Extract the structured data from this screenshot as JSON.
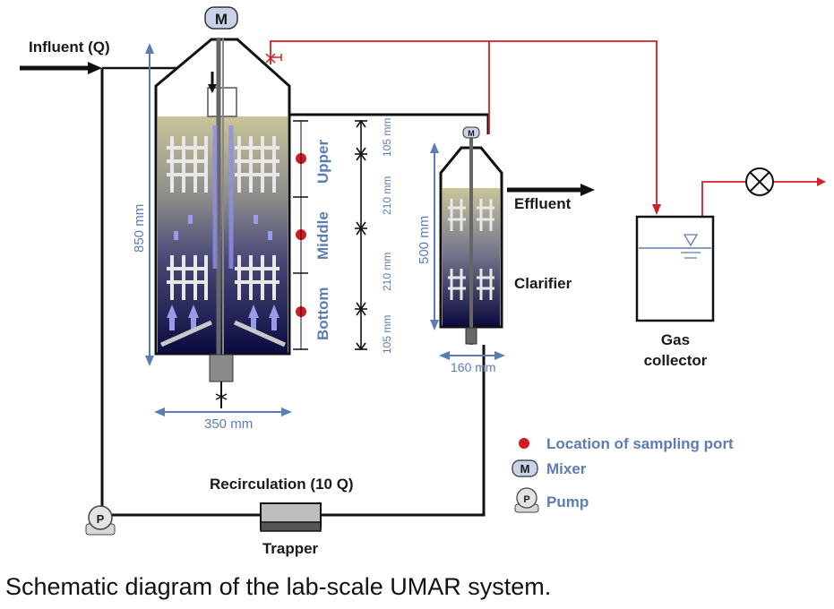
{
  "labels": {
    "influent": "Influent (Q)",
    "effluent": "Effluent",
    "clarifier": "Clarifier",
    "gas_collector_line1": "Gas",
    "gas_collector_line2": "collector",
    "recirculation": "Recirculation (10 Q)",
    "trapper": "Trapper"
  },
  "zones": {
    "upper": "Upper",
    "middle": "Middle",
    "bottom": "Bottom"
  },
  "dimensions": {
    "reactor_height": "850 mm",
    "reactor_width": "350 mm",
    "clarifier_height": "500 mm",
    "clarifier_width": "160 mm",
    "seg_top": "105 mm",
    "seg_upper": "210 mm",
    "seg_middle": "210 mm",
    "seg_bottom": "105 mm"
  },
  "symbols": {
    "mixer": "M",
    "pump": "P"
  },
  "legend": {
    "sampling_port": "Location of sampling port",
    "mixer": "Mixer",
    "pump": "Pump"
  },
  "caption": "Schematic diagram of the lab-scale UMAR system.",
  "colors": {
    "gas_line": "#d0202a",
    "sampling_port": "#d01c22",
    "dimension": "#5b7db5",
    "arrow_fill": "#9a9ae8"
  }
}
